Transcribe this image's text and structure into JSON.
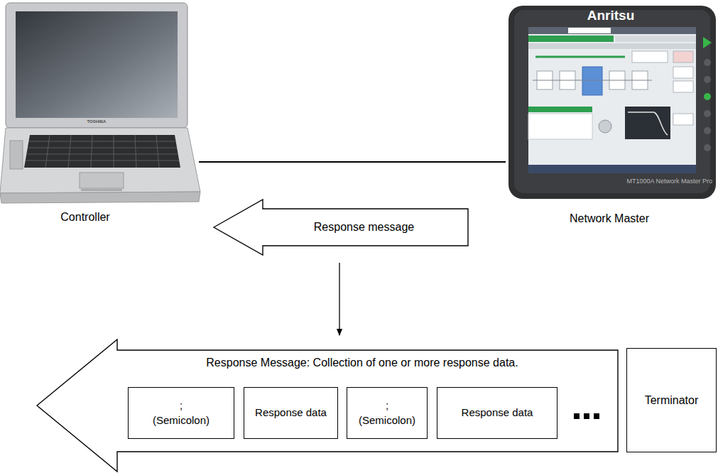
{
  "diagram": {
    "nodes": [
      {
        "text": [
          "Controller"
        ]
      },
      {
        "text": [
          "Network Master"
        ]
      },
      {
        "text": [
          "Response message"
        ]
      },
      {
        "text": [
          "Response Message: Collection of one or more response data."
        ]
      },
      {
        "text": [
          ";",
          "(Semicolon)"
        ],
        "in": 3
      },
      {
        "text": [
          "Response data"
        ],
        "in": 3
      },
      {
        "text": [
          ";",
          "(Semicolon)"
        ],
        "in": 3
      },
      {
        "text": [
          "Response data"
        ],
        "in": 3
      },
      {
        "text": [
          "Terminator"
        ]
      }
    ],
    "edges": [
      {
        "from": 0,
        "to": 1,
        "arrow": "none"
      },
      {
        "from": 2,
        "to": 3,
        "arrow": "to"
      }
    ],
    "labels": [
      "TOSHIBA",
      "Anritsu",
      "MT1000A Network Master Pro"
    ]
  }
}
